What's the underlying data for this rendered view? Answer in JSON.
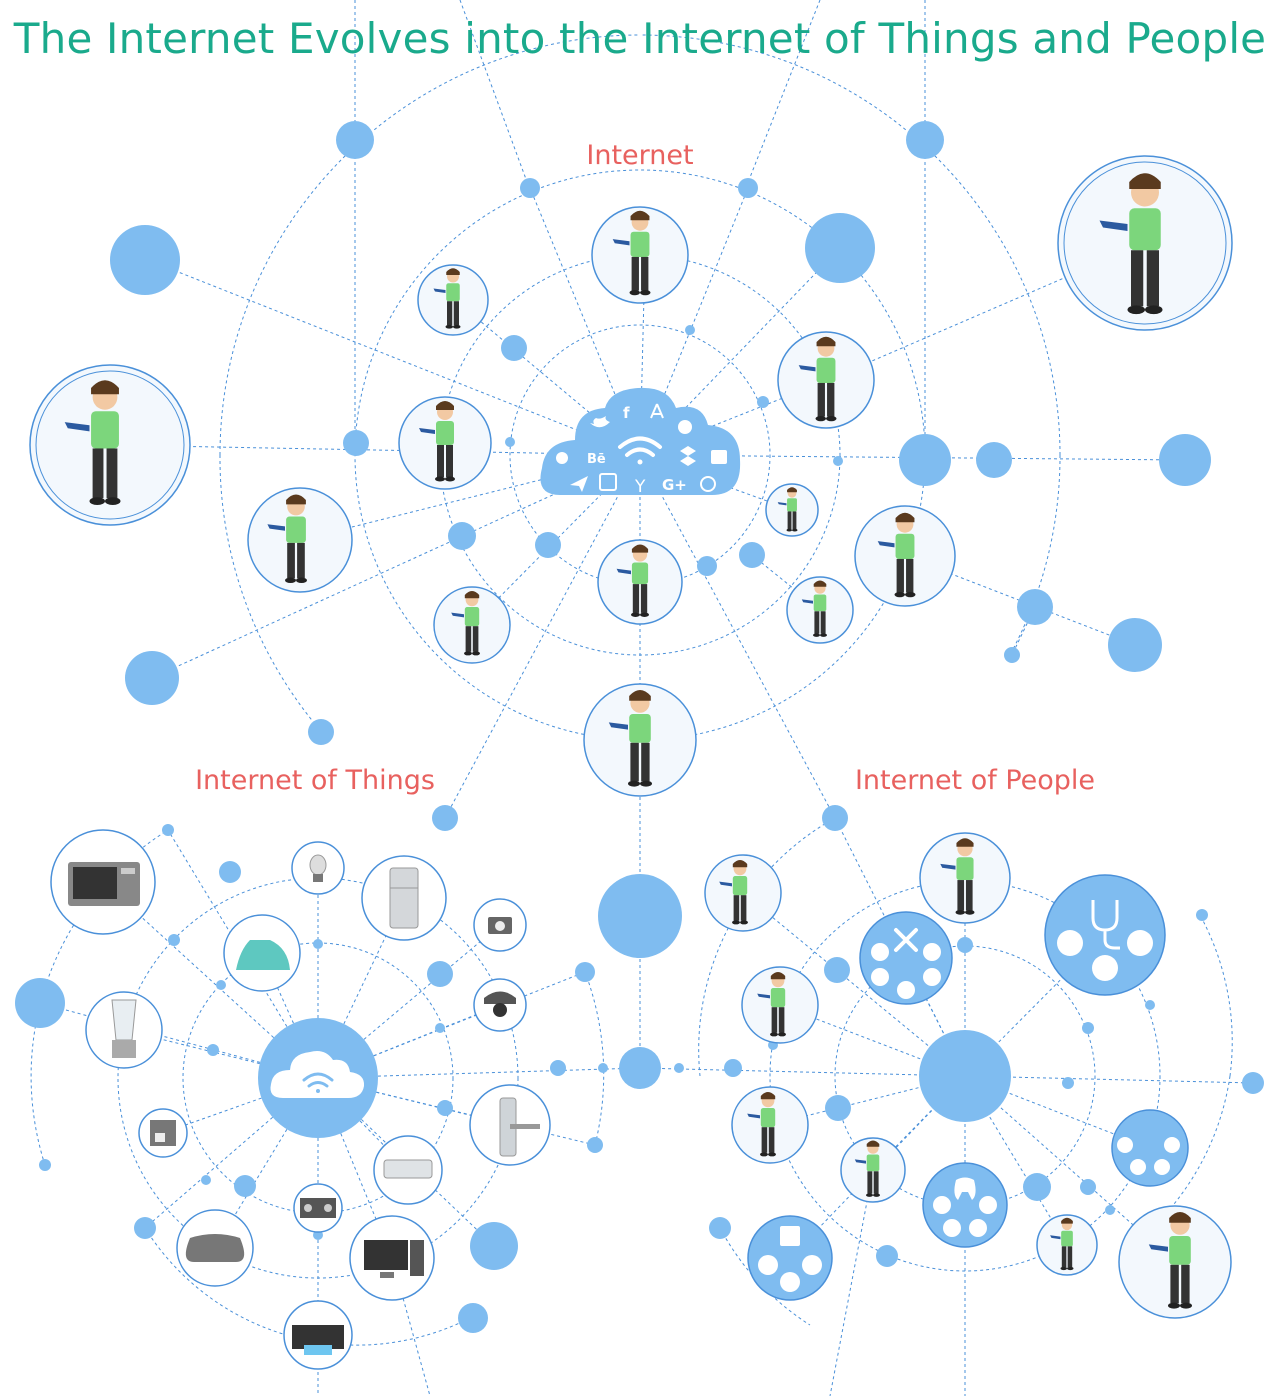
{
  "title": "The Internet Evolves into the Internet of Things and People",
  "sections": {
    "internet": "Internet",
    "iot": "Internet of Things",
    "iop": "Internet of People"
  },
  "cloud_badges": {
    "behance": "Bē",
    "yahoo": "Y",
    "gplus": "G+"
  },
  "colors": {
    "title": "#1aaa8c",
    "section_label": "#e8615f",
    "node": "#7fbcf0",
    "line": "#4a90d9",
    "avatar_bg": "#f3f8fd"
  },
  "people_icons": [
    "person-tablet-icon"
  ],
  "device_icons": [
    "microwave-icon",
    "light-bulb-icon",
    "refrigerator-icon",
    "camera-icon",
    "iron-icon",
    "security-camera-icon",
    "blender-icon",
    "coffee-machine-icon",
    "door-lock-icon",
    "air-conditioner-icon",
    "stereo-icon",
    "game-controller-icon",
    "desktop-computer-icon",
    "printer-icon"
  ],
  "service_icons": [
    "tools-icon",
    "stethoscope-icon",
    "dental-icon",
    "haircut-icon",
    "laundry-icon"
  ]
}
